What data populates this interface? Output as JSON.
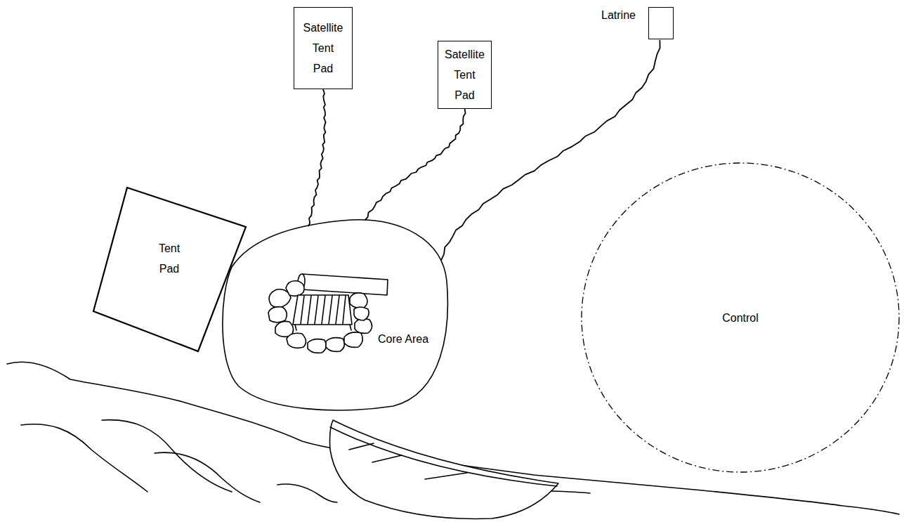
{
  "diagram": {
    "nodes": [
      {
        "text": [
          "Satellite Tent Pad"
        ]
      },
      {
        "text": [
          "Satellite Tent Pad"
        ]
      },
      {
        "text": [
          "Latrine"
        ]
      },
      {
        "text": [
          "Tent Pad"
        ]
      },
      {
        "text": [
          "Core Area"
        ]
      },
      {
        "text": [
          "Control"
        ]
      }
    ],
    "edges": [
      {
        "from": 4,
        "to": 0,
        "arrow": "none"
      },
      {
        "from": 4,
        "to": 1,
        "arrow": "none"
      },
      {
        "from": 4,
        "to": 2,
        "arrow": "none"
      }
    ]
  }
}
